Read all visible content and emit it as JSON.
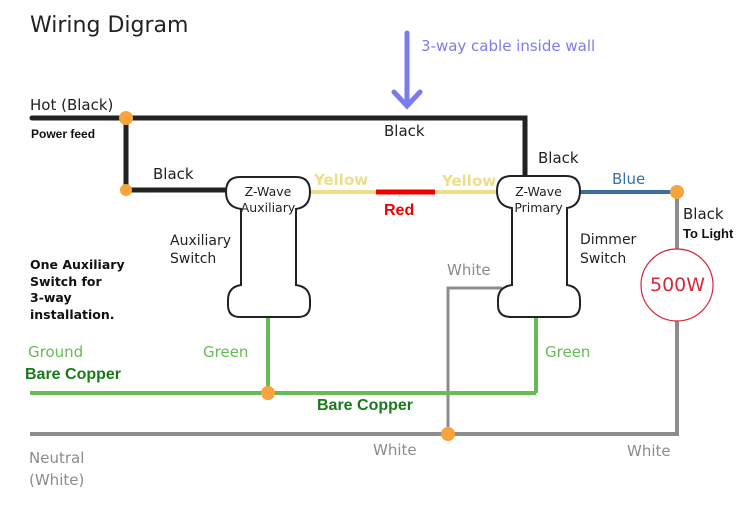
{
  "title": "Wiring Digram",
  "annotation": {
    "text": "3-way cable inside wall",
    "color": "#7b7bf0"
  },
  "colors": {
    "hot": "#222222",
    "yellow": "#eedd8a",
    "red": "#ee0000",
    "blue": "#3a6fa0",
    "ground": "#66bb55",
    "ground_text": "#1a7a1a",
    "neutral": "#8c8c8c",
    "junction": "#f8a33c",
    "bulb": "#d42a3a"
  },
  "labels": {
    "hot": "Hot (Black)",
    "power_feed": "Power feed",
    "black_top": "Black",
    "black_left": "Black",
    "black_primary": "Black",
    "yellow_left": "Yellow",
    "yellow_right": "Yellow",
    "red": "Red",
    "blue": "Blue",
    "black_to_light_1": "Black",
    "black_to_light_2": "To Light",
    "white_primary": "White",
    "ground": "Ground",
    "bare_copper_left": "Bare Copper",
    "bare_copper_center": "Bare Copper",
    "green_aux": "Green",
    "green_primary": "Green",
    "neutral_1": "Neutral",
    "neutral_2": "(White)",
    "white_bottom_center": "White",
    "white_bottom_right": "White"
  },
  "switches": {
    "auxiliary": {
      "line1": "Z-Wave",
      "line2": "Auxiliary",
      "caption1": "Auxiliary",
      "caption2": "Switch"
    },
    "primary": {
      "line1": "Z-Wave",
      "line2": "Primary",
      "caption1": "Dimmer",
      "caption2": "Switch"
    }
  },
  "load": {
    "label": "500W"
  },
  "note": [
    "One Auxiliary",
    "Switch for",
    "3-way",
    "installation."
  ]
}
